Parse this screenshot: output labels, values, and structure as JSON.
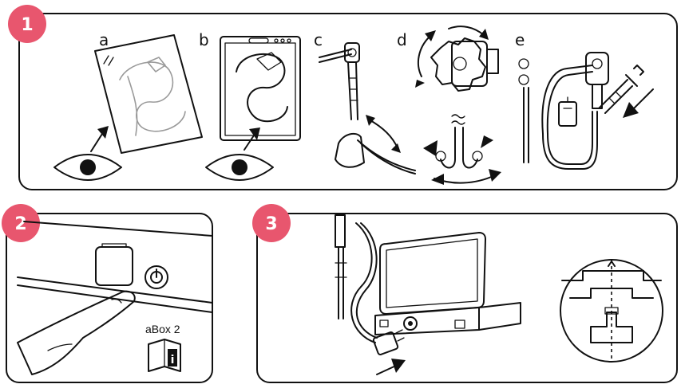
{
  "steps": [
    {
      "number": "1",
      "substeps": [
        "a",
        "b",
        "c",
        "d",
        "e"
      ]
    },
    {
      "number": "2",
      "product_label": "aBox 2",
      "info_icon_text": "i"
    },
    {
      "number": "3"
    }
  ],
  "colors": {
    "badge": "#E8566E",
    "line": "#111111",
    "light_line": "#9a9a9a"
  },
  "icons": [
    "eye-icon",
    "arrow-icon",
    "power-icon",
    "manual-info-icon",
    "rotate-arrows-icon",
    "syringe-icon"
  ]
}
